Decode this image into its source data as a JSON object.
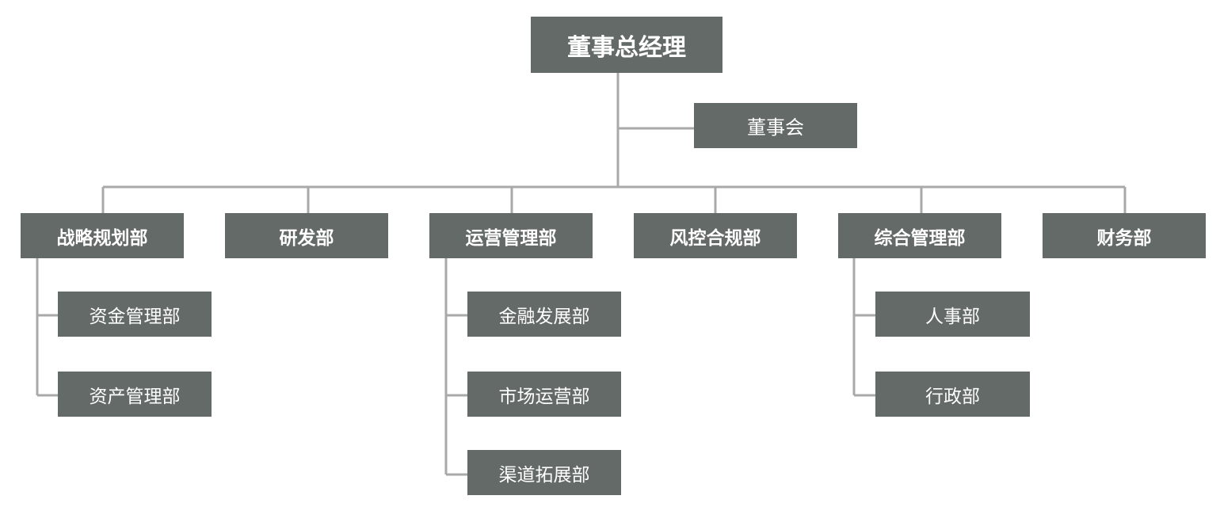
{
  "top": "董事总经理",
  "board": "董事会",
  "departments": [
    {
      "name": "战略规划部",
      "children": [
        "资金管理部",
        "资产管理部"
      ]
    },
    {
      "name": "研发部",
      "children": []
    },
    {
      "name": "运营管理部",
      "children": [
        "金融发展部",
        "市场运营部",
        "渠道拓展部"
      ]
    },
    {
      "name": "风控合规部",
      "children": []
    },
    {
      "name": "综合管理部",
      "children": [
        "人事部",
        "行政部"
      ]
    },
    {
      "name": "财务部",
      "children": []
    }
  ],
  "colors": {
    "box": "#636a68",
    "text": "#ffffff",
    "line": "#a9a9a9"
  }
}
